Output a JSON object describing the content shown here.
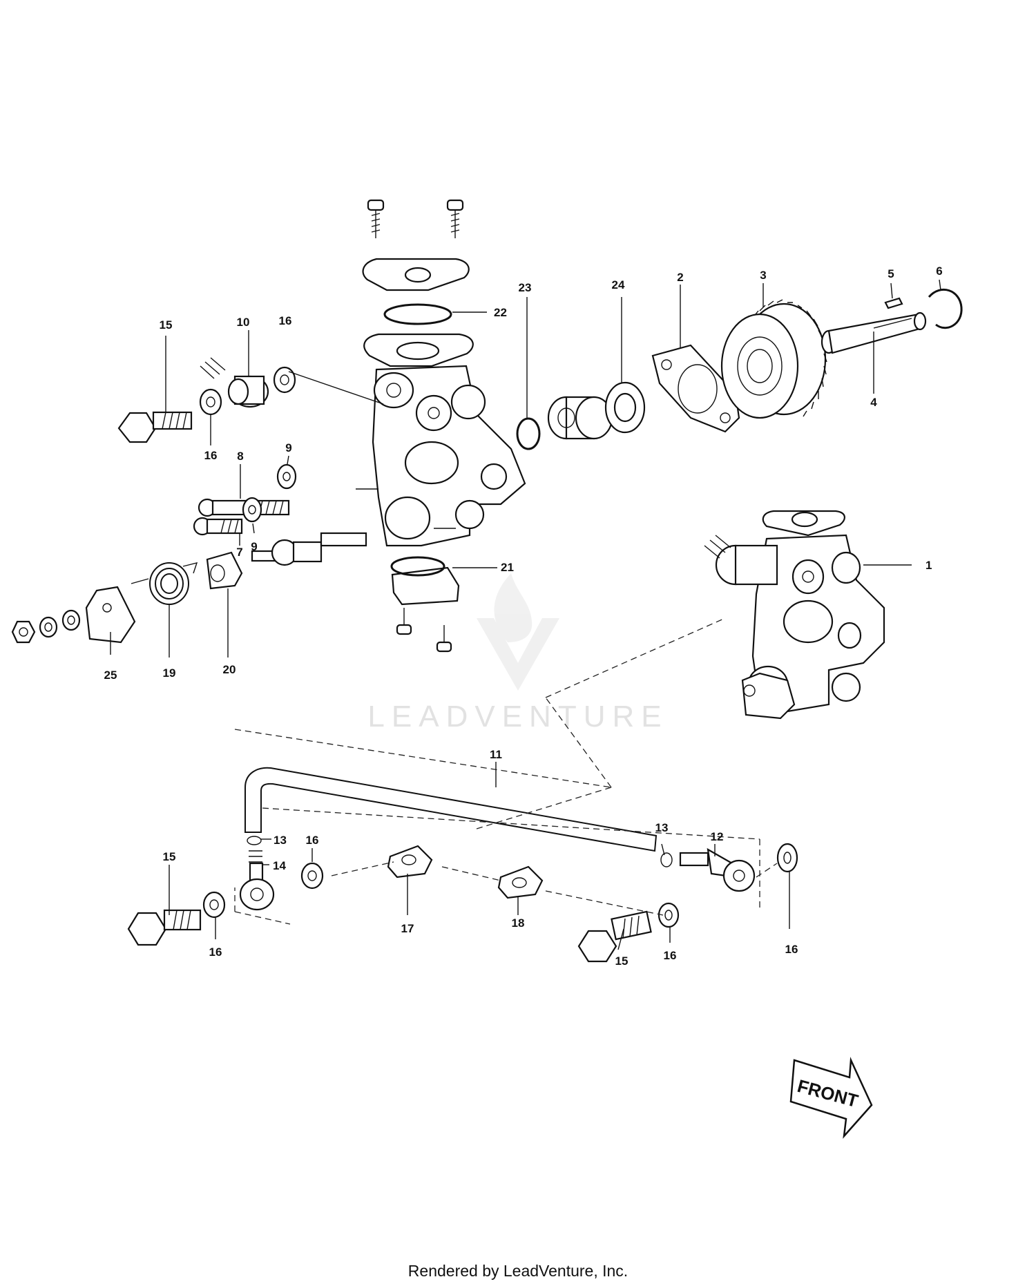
{
  "watermark": {
    "brand": "LEADVENTURE"
  },
  "direction_marker": {
    "label": "FRONT"
  },
  "footer": {
    "text": "Rendered by LeadVenture, Inc."
  },
  "callouts": {
    "c1": "1",
    "c2": "2",
    "c3": "3",
    "c4": "4",
    "c5": "5",
    "c6": "6",
    "c7": "7",
    "c8": "8",
    "c9a": "9",
    "c9b": "9",
    "c10": "10",
    "c11": "11",
    "c12": "12",
    "c13a": "13",
    "c13b": "13",
    "c14": "14",
    "c15a": "15",
    "c15b": "15",
    "c15c": "15",
    "c16a": "16",
    "c16b": "16",
    "c16c": "16",
    "c16d": "16",
    "c16e": "16",
    "c16f": "16",
    "c17": "17",
    "c18": "18",
    "c19": "19",
    "c20": "20",
    "c21": "21",
    "c22": "22",
    "c23": "23",
    "c24": "24",
    "c25": "25"
  }
}
